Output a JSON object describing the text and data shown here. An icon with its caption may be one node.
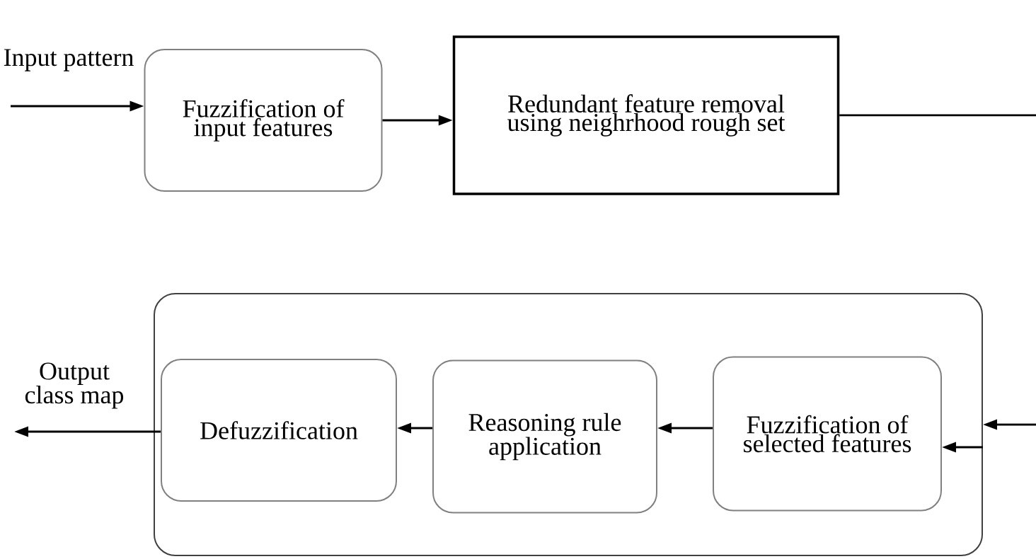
{
  "diagram": {
    "nodes": [
      {
        "text": [
          "Fuzzification of input features"
        ]
      },
      {
        "text": [
          "Redundant feature removal using neighrhood rough set"
        ]
      },
      {
        "text": [],
        "shape": "box"
      },
      {
        "text": [
          "Defuzzification"
        ],
        "in": 2
      },
      {
        "text": [
          "Reasoning rule application"
        ],
        "in": 2
      },
      {
        "text": [
          "Fuzzification of selected features"
        ],
        "in": 2
      }
    ],
    "edges": [
      {
        "from": null,
        "to": 0,
        "arrow": "to",
        "label": "Input pattern"
      },
      {
        "from": 0,
        "to": 1,
        "arrow": "to"
      },
      {
        "from": 1,
        "to": null,
        "arrow": "none"
      },
      {
        "from": null,
        "to": 2,
        "arrow": "to"
      },
      {
        "from": 2,
        "to": 5,
        "arrow": "to"
      },
      {
        "from": 5,
        "to": 4,
        "arrow": "to"
      },
      {
        "from": 4,
        "to": 3,
        "arrow": "to"
      },
      {
        "from": 3,
        "to": null,
        "arrow": "to",
        "label": "Output class map"
      }
    ]
  }
}
